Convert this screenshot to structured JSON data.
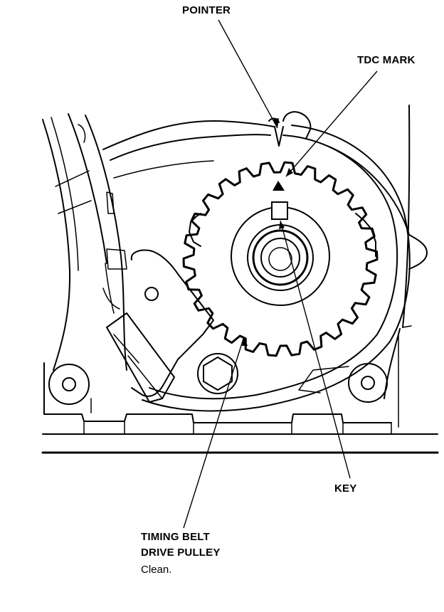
{
  "labels": {
    "pointer": "POINTER",
    "tdc_mark": "TDC MARK",
    "key": "KEY",
    "timing_belt_line1": "TIMING BELT",
    "timing_belt_line2": "DRIVE PULLEY",
    "timing_belt_note": "Clean."
  }
}
